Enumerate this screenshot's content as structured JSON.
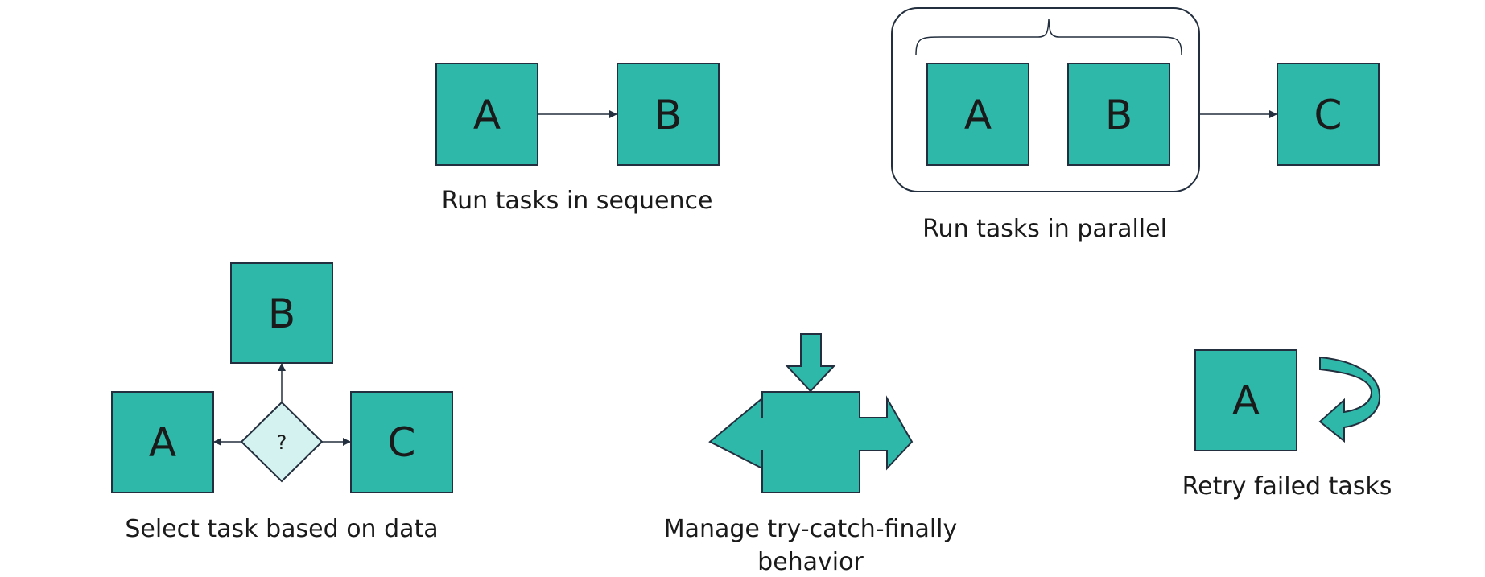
{
  "colors": {
    "task_fill": "#2eb8aa",
    "task_stroke": "#232f3e",
    "choice_fill": "#d4f2ef",
    "line": "#232f3e"
  },
  "sequence": {
    "task_a": "A",
    "task_b": "B",
    "caption": "Run tasks in sequence"
  },
  "parallel": {
    "task_a": "A",
    "task_b": "B",
    "task_c": "C",
    "caption": "Run tasks in parallel"
  },
  "choice": {
    "task_a": "A",
    "task_b": "B",
    "task_c": "C",
    "decision": "?",
    "caption": "Select task based on data"
  },
  "try_catch": {
    "caption_line1": "Manage try-catch-finally",
    "caption_line2": "behavior"
  },
  "retry": {
    "task_a": "A",
    "caption": "Retry failed tasks"
  }
}
